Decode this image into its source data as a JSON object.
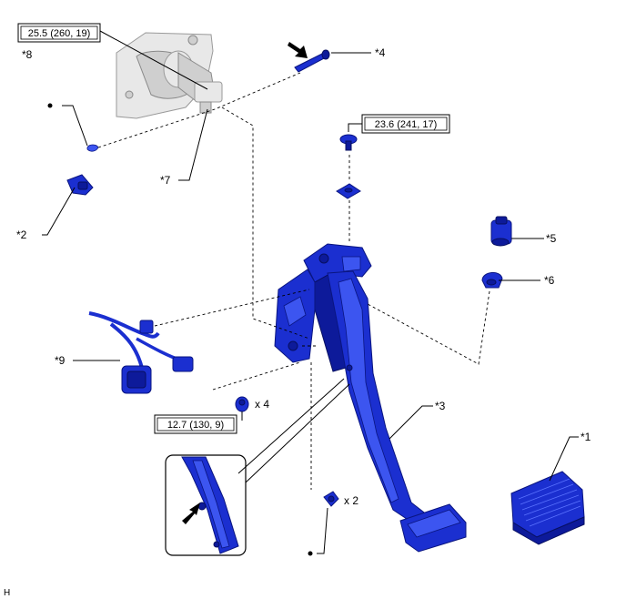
{
  "callouts": {
    "c1": "*1",
    "c2": "*2",
    "c3": "*3",
    "c4": "*4",
    "c5": "*5",
    "c6": "*6",
    "c7": "*7",
    "c8": "*8",
    "c9": "*9"
  },
  "torques": {
    "t1": "25.5 (260, 19)",
    "t2": "23.6 (241, 17)",
    "t3": "12.7 (130, 9)"
  },
  "quantities": {
    "q1": "x 4",
    "q2": "x 2"
  },
  "corner_code": "H",
  "colors": {
    "part_blue": "#1b2fd0",
    "vehicle_grey": "#e8e8e8"
  },
  "icons": [
    "arrow-icon",
    "dot-icon"
  ]
}
